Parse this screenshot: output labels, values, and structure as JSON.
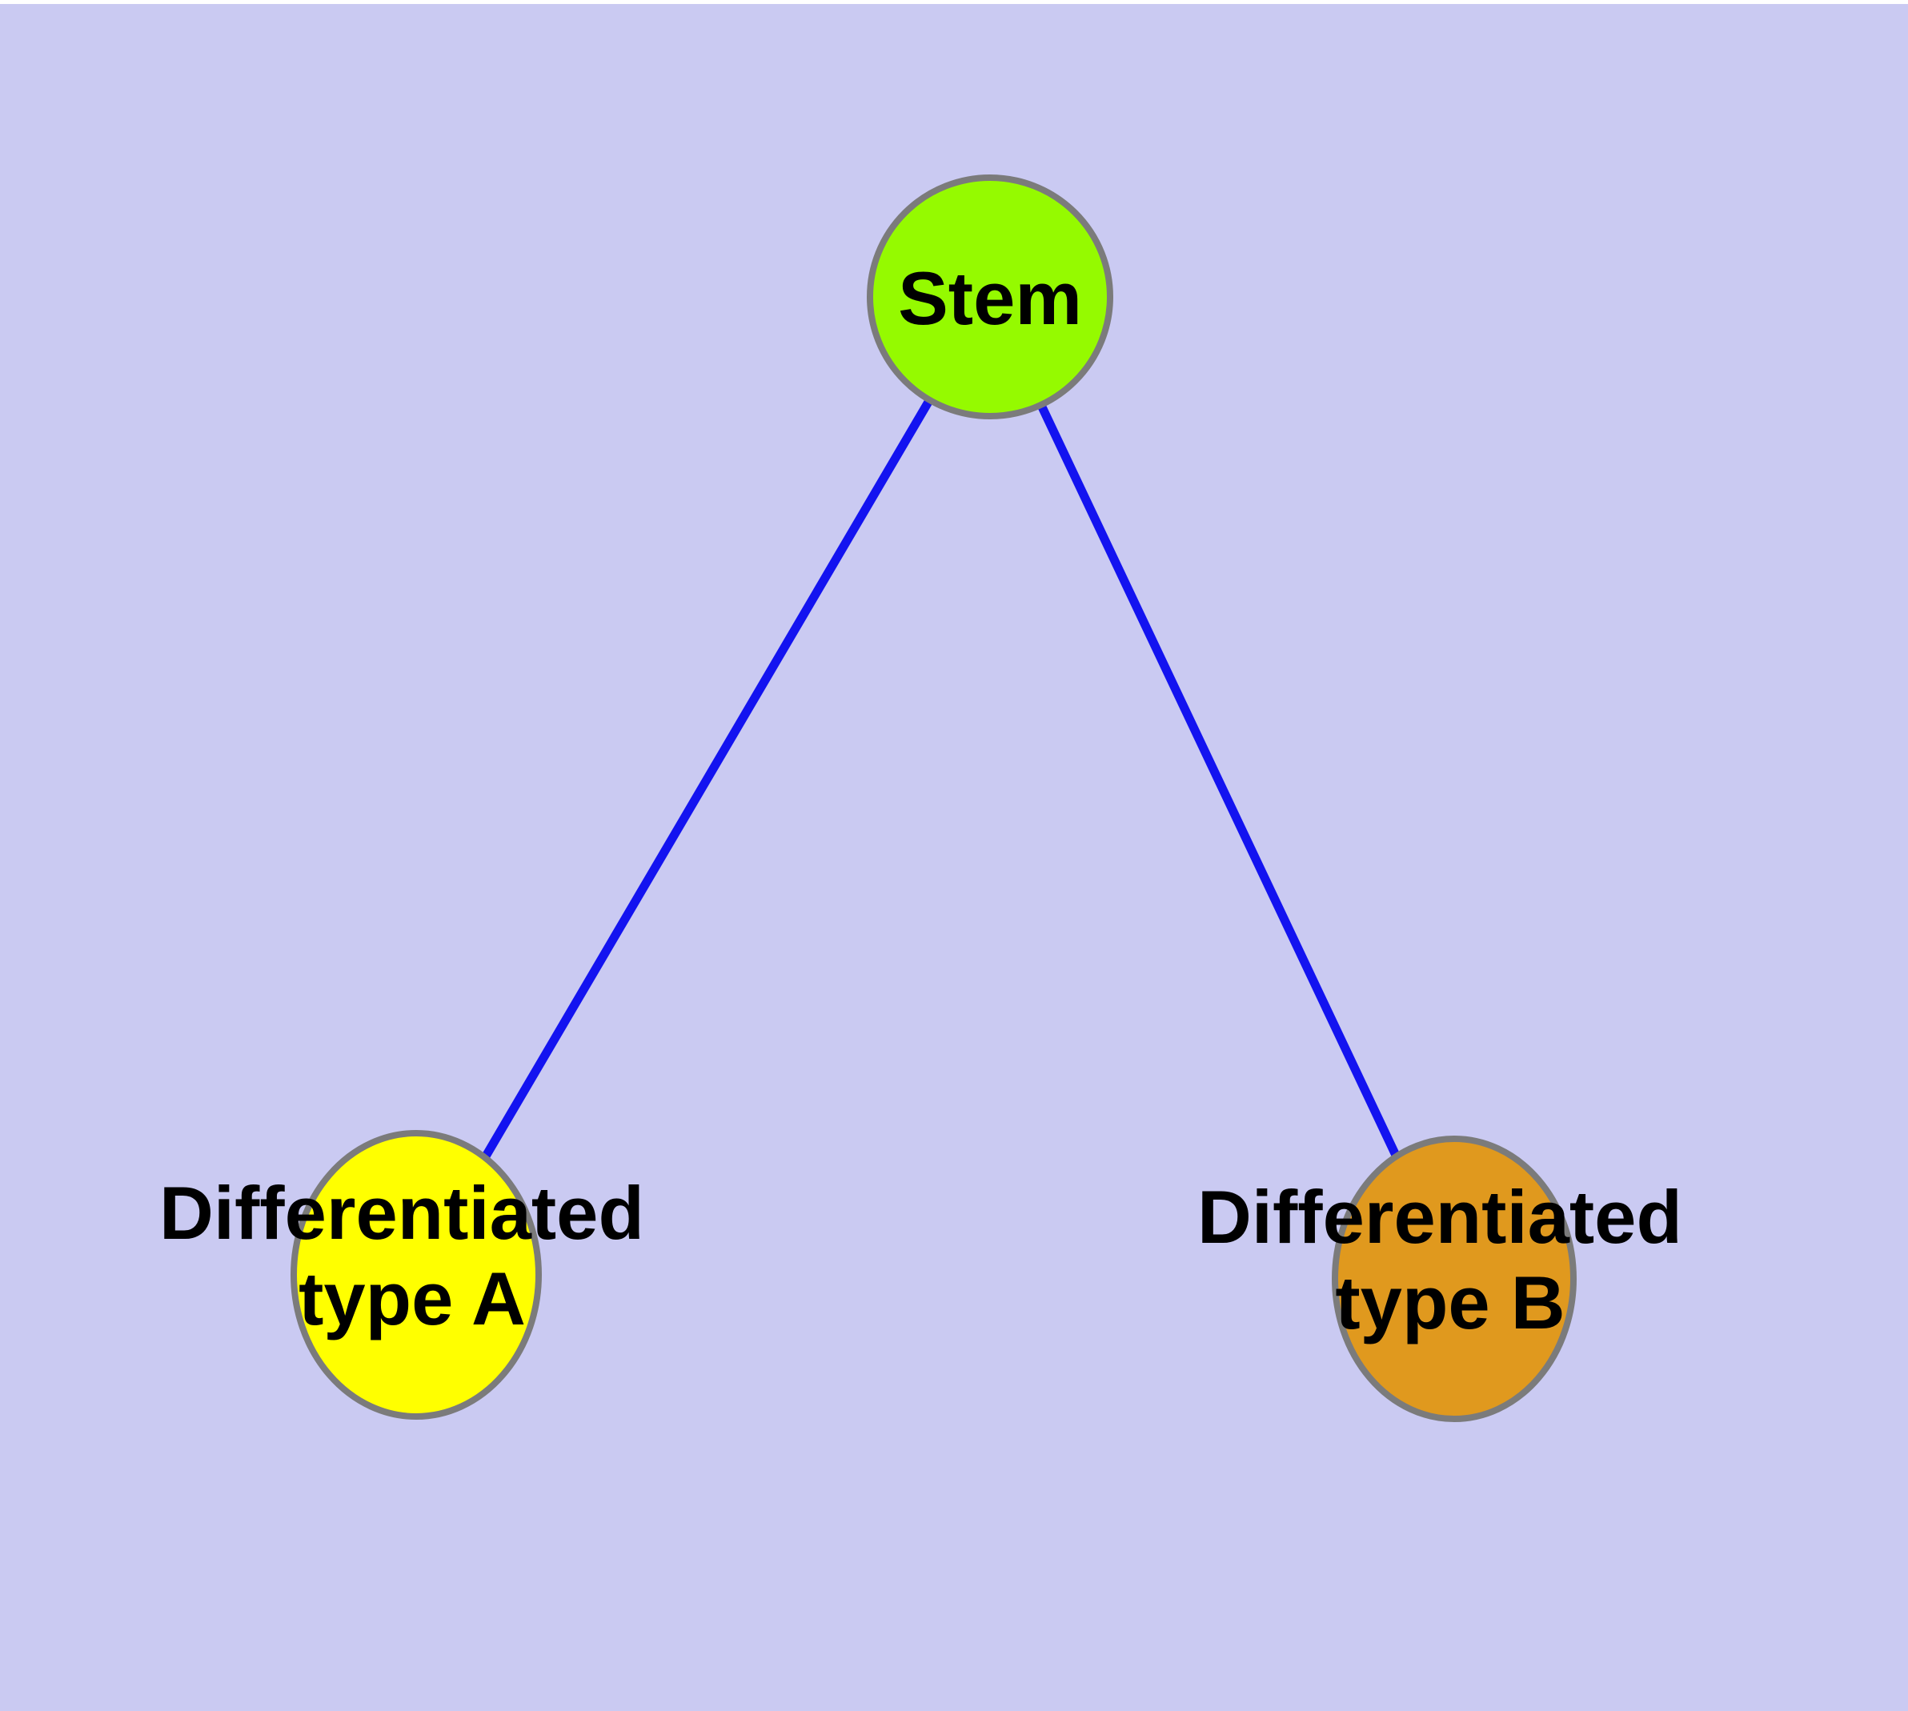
{
  "diagram": {
    "background_color": "#cacaf2",
    "top_margin_color": "#ffffff",
    "node_stroke_color": "#7b7b7b",
    "edge_color": "#1313f0",
    "label_color": "#000000",
    "nodes": [
      {
        "id": "stem",
        "label": "Stem",
        "lines": [
          "Stem"
        ],
        "fill": "#95fa00"
      },
      {
        "id": "differentiated-type-a",
        "label": "Differentiated type A",
        "lines": [
          "Differentiated",
          "type A"
        ],
        "fill": "#ffff00"
      },
      {
        "id": "differentiated-type-b",
        "label": "Differentiated type B",
        "lines": [
          "Differentiated",
          "type B"
        ],
        "fill": "#e0991e"
      }
    ],
    "edges": [
      {
        "from": "Stem",
        "to": "Differentiated type A"
      },
      {
        "from": "Stem",
        "to": "Differentiated type B"
      }
    ]
  }
}
